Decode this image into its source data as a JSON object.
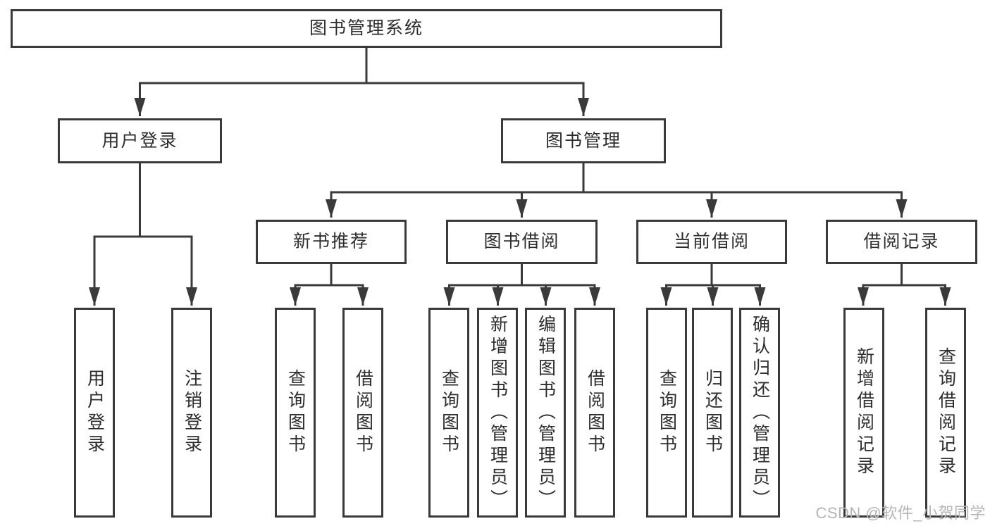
{
  "diagram_title": "图书管理系统",
  "colors": {
    "line": "#3a3a3a",
    "text": "#2d2d2d",
    "background": "#ffffff",
    "watermark": "#b5b5b5"
  },
  "tree": {
    "label": "图书管理系统",
    "children": [
      {
        "label": "用户登录",
        "children": [
          {
            "label": "用户登录"
          },
          {
            "label": "注销登录"
          }
        ]
      },
      {
        "label": "图书管理",
        "children": [
          {
            "label": "新书推荐",
            "children": [
              {
                "label": "查询图书"
              },
              {
                "label": "借阅图书"
              }
            ]
          },
          {
            "label": "图书借阅",
            "children": [
              {
                "label": "查询图书"
              },
              {
                "label": "新增图书（管理员）"
              },
              {
                "label": "编辑图书（管理员）"
              },
              {
                "label": "借阅图书"
              }
            ]
          },
          {
            "label": "当前借阅",
            "children": [
              {
                "label": "查询图书"
              },
              {
                "label": "归还图书"
              },
              {
                "label": "确认归还（管理员）"
              }
            ]
          },
          {
            "label": "借阅记录",
            "children": [
              {
                "label": "新增借阅记录"
              },
              {
                "label": "查询借阅记录"
              }
            ]
          }
        ]
      }
    ]
  },
  "watermark": {
    "text": "CSDN @软件_小贺同学"
  }
}
